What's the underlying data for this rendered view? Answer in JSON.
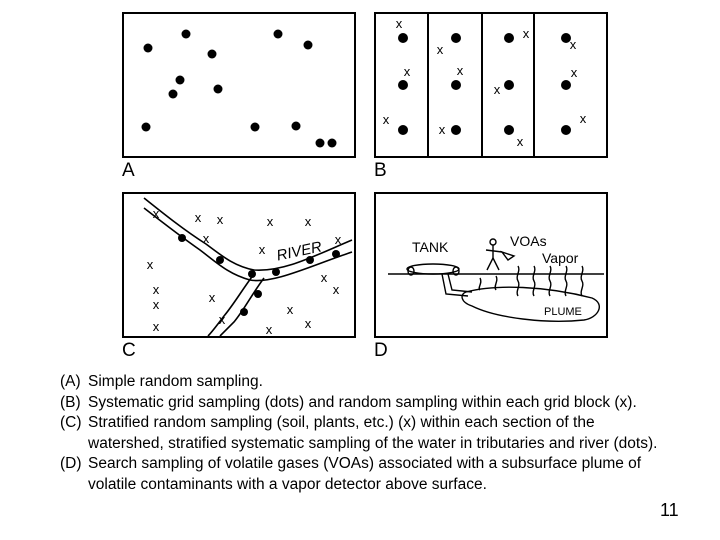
{
  "panels": {
    "a": {
      "label": "A"
    },
    "b": {
      "label": "B"
    },
    "c": {
      "label": "C",
      "river_label": "RIVER"
    },
    "d": {
      "label": "D",
      "tank_label": "TANK",
      "voas_label": "VOAs",
      "vapor_label": "Vapor",
      "plume_label": "PLUME"
    }
  },
  "caption": {
    "items": [
      {
        "key": "(A)",
        "text": "Simple random sampling."
      },
      {
        "key": "(B)",
        "text": "Systematic grid sampling (dots) and random sampling within each grid block (x)."
      },
      {
        "key": "(C)",
        "text": "Stratified random sampling (soil, plants, etc.) (x) within each section of the watershed, stratified systematic sampling of the water in tributaries and river (dots)."
      },
      {
        "key": "(D)",
        "text": "Search sampling of volatile gases (VOAs) associated with a subsurface plume of volatile contaminants with a vapor detector above surface."
      }
    ]
  },
  "page_number": "11"
}
